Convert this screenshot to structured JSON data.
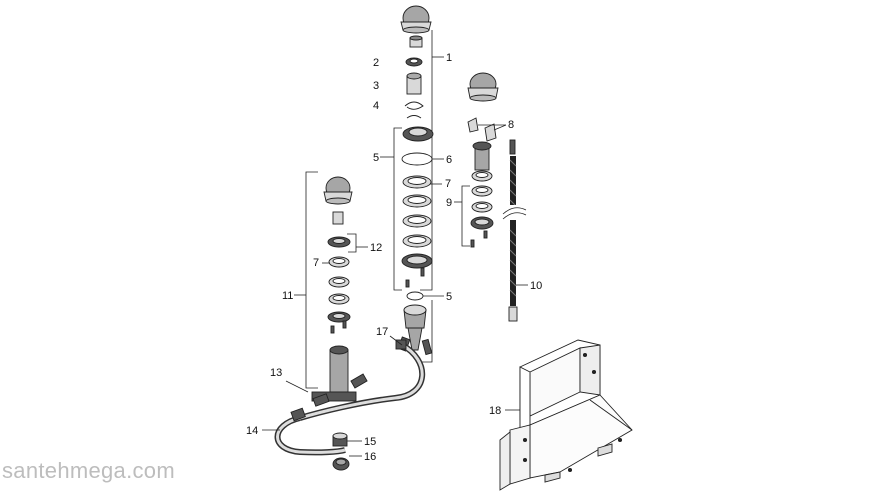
{
  "diagram": {
    "callouts": [
      {
        "id": "c1",
        "label": "1"
      },
      {
        "id": "c2",
        "label": "2"
      },
      {
        "id": "c3",
        "label": "3"
      },
      {
        "id": "c4",
        "label": "4"
      },
      {
        "id": "c5a",
        "label": "5"
      },
      {
        "id": "c5b",
        "label": "5"
      },
      {
        "id": "c6",
        "label": "6"
      },
      {
        "id": "c7a",
        "label": "7"
      },
      {
        "id": "c7b",
        "label": "7"
      },
      {
        "id": "c8",
        "label": "8"
      },
      {
        "id": "c9",
        "label": "9"
      },
      {
        "id": "c10",
        "label": "10"
      },
      {
        "id": "c11",
        "label": "11"
      },
      {
        "id": "c12",
        "label": "12"
      },
      {
        "id": "c13",
        "label": "13"
      },
      {
        "id": "c14",
        "label": "14"
      },
      {
        "id": "c15",
        "label": "15"
      },
      {
        "id": "c16",
        "label": "16"
      },
      {
        "id": "c17",
        "label": "17"
      },
      {
        "id": "c18",
        "label": "18"
      }
    ]
  },
  "watermark": "santehmega.com"
}
